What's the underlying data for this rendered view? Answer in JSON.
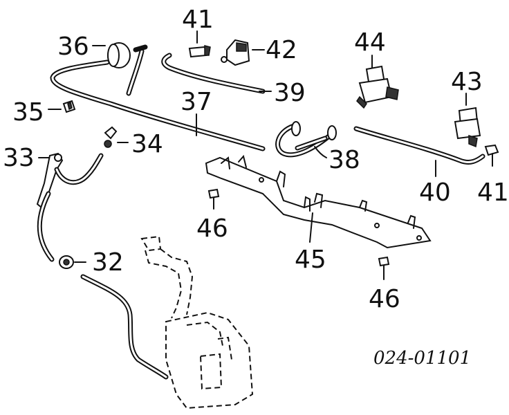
{
  "labels": {
    "l41a": "41",
    "l36": "36",
    "l42": "42",
    "l44": "44",
    "l43": "43",
    "l39": "39",
    "l37": "37",
    "l35": "35",
    "l34": "34",
    "l33": "33",
    "l38": "38",
    "l40": "40",
    "l41b": "41",
    "l46a": "46",
    "l45": "45",
    "l32": "32",
    "l46b": "46"
  },
  "diagram_code": "024-01101"
}
